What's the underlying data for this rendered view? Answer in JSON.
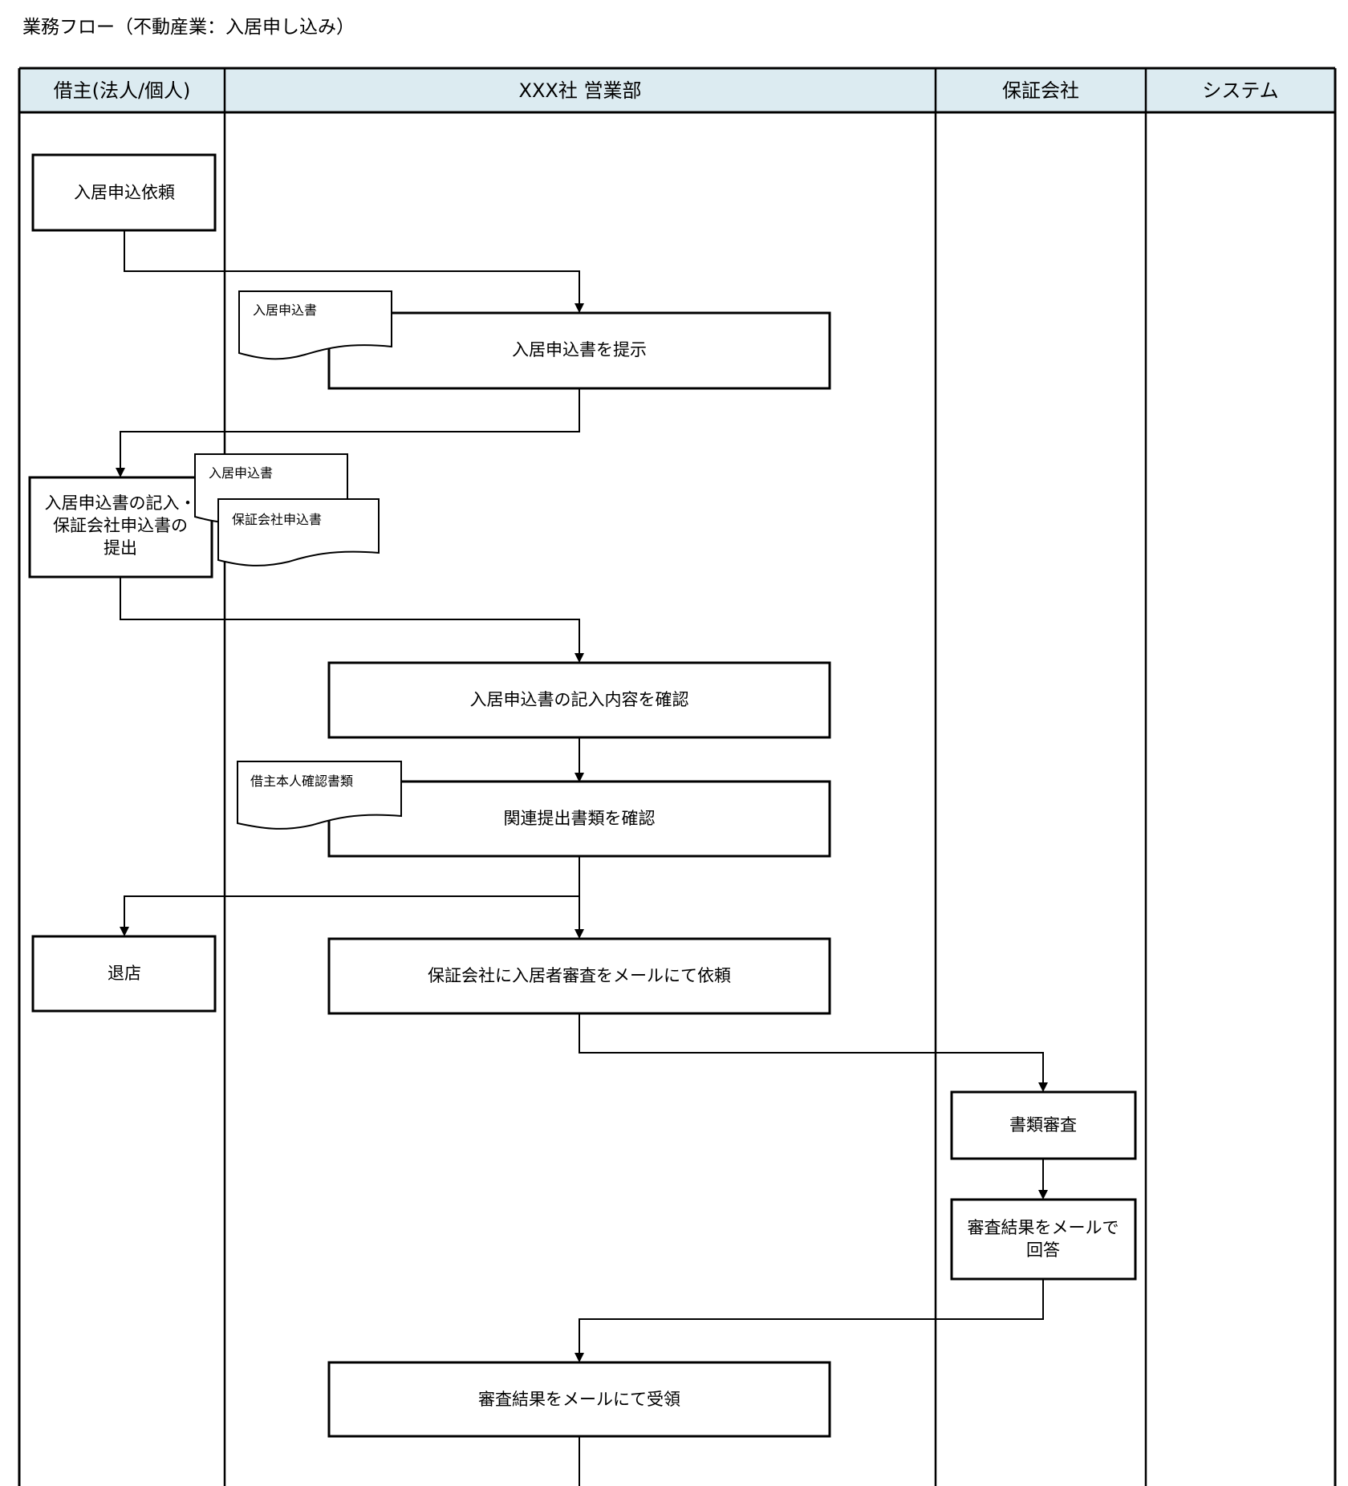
{
  "title": "業務フロー（不動産業：入居申し込み）",
  "lanes": [
    {
      "id": "borrower",
      "label": "借主(法人/個人)"
    },
    {
      "id": "sales",
      "label": "XXX社 営業部"
    },
    {
      "id": "guarantor",
      "label": "保証会社"
    },
    {
      "id": "system",
      "label": "システム"
    }
  ],
  "processes": [
    {
      "id": "p1",
      "label": "入居申込依頼"
    },
    {
      "id": "p2",
      "label": "入居申込書を提示"
    },
    {
      "id": "p3",
      "lines": [
        "入居申込書の記入・",
        "保証会社申込書の",
        "提出"
      ]
    },
    {
      "id": "p4",
      "label": "入居申込書の記入内容を確認"
    },
    {
      "id": "p5",
      "label": "関連提出書類を確認"
    },
    {
      "id": "p6",
      "label": "退店"
    },
    {
      "id": "p7",
      "label": "保証会社に入居者審査をメールにて依頼"
    },
    {
      "id": "p8",
      "label": "書類審査"
    },
    {
      "id": "p9",
      "lines": [
        "審査結果をメールで",
        "回答"
      ]
    },
    {
      "id": "p10",
      "label": "審査結果をメールにて受領"
    }
  ],
  "documents": [
    {
      "id": "d1",
      "label": "入居申込書"
    },
    {
      "id": "d2",
      "label": "入居申込書"
    },
    {
      "id": "d3",
      "label": "保証会社申込書"
    },
    {
      "id": "d4",
      "label": "借主本人確認書類"
    }
  ],
  "colors": {
    "lane_header_bg": "#dcebf1",
    "line": "#000000",
    "background": "#ffffff"
  }
}
